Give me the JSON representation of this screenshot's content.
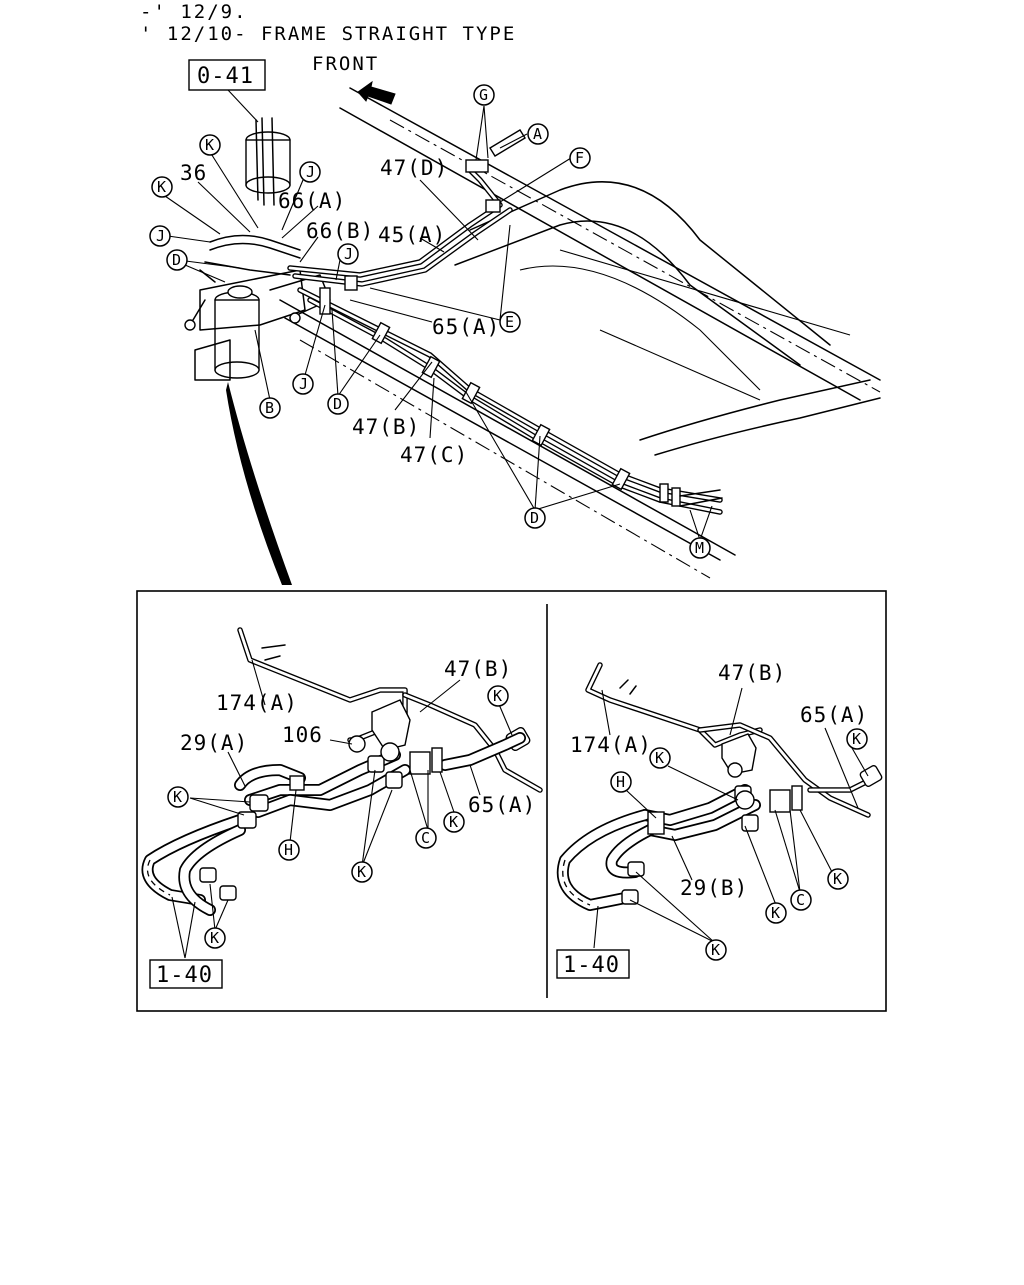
{
  "header": {
    "line1": "-' 12/9.",
    "line2": "' 12/10- FRAME STRAIGHT TYPE",
    "front_label": "FRONT"
  },
  "refs": {
    "ref_top": "0-41",
    "ref_bottom_left": "1-40",
    "ref_bottom_right": "1-40"
  },
  "top_labels": {
    "n36": "36",
    "n47d": "47(D)",
    "n66a": "66(A)",
    "n66b": "66(B)",
    "n45a": "45(A)",
    "n65a": "65(A)",
    "n47b": "47(B)",
    "n47c": "47(C)"
  },
  "top_letters": {
    "A": "A",
    "B": "B",
    "D1": "D",
    "D2": "D",
    "D3": "D",
    "E": "E",
    "F": "F",
    "G": "G",
    "J1": "J",
    "J2": "J",
    "J3": "J",
    "J4": "J",
    "K1": "K",
    "K2": "K",
    "M": "M"
  },
  "left_labels": {
    "n174a": "174(A)",
    "n47b": "47(B)",
    "n106": "106",
    "n29a": "29(A)",
    "n65a": "65(A)"
  },
  "left_letters": {
    "K1": "K",
    "K2": "K",
    "K3": "K",
    "K4": "K",
    "K5": "K",
    "H": "H",
    "C": "C"
  },
  "right_labels": {
    "n174a": "174(A)",
    "n47b": "47(B)",
    "n65a": "65(A)",
    "n29b": "29(B)"
  },
  "right_letters": {
    "K1": "K",
    "K2": "K",
    "K3": "K",
    "K4": "K",
    "K5": "K",
    "H": "H",
    "C": "C"
  }
}
